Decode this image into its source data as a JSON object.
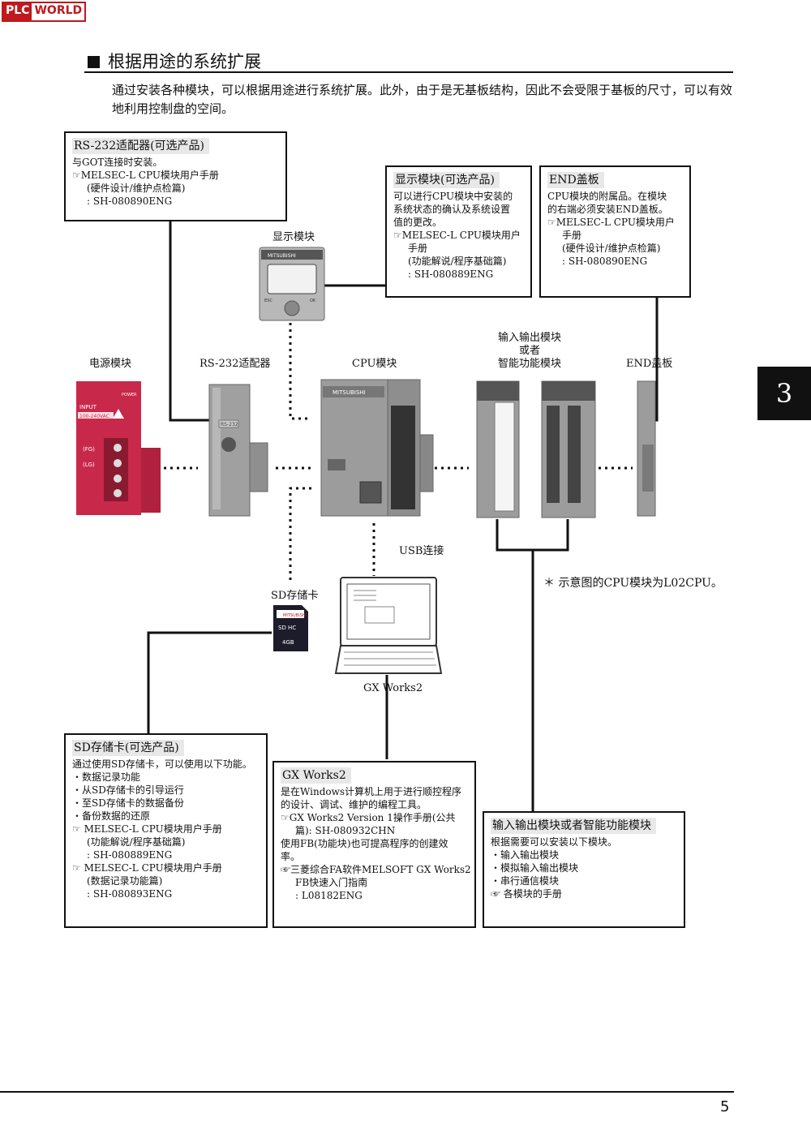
{
  "logo": {
    "part1": "PLC",
    "part2": "WORLD"
  },
  "heading": "根据用途的系统扩展",
  "intro": "通过安装各种模块，可以根据用途进行系统扩展。此外，由于是无基板结构，因此不会受限于基板的尺寸，可以有效地利用控制盘的空间。",
  "chapter_tab": "3",
  "page_number": "5",
  "note": "＊ 示意图的CPU模块为L02CPU。",
  "boxes": {
    "rs232": {
      "title": "RS-232适配器(可选产品)",
      "lines": [
        "与GOT连接时安装。",
        "☞MELSEC-L CPU模块用户手册",
        "(硬件设计/维护点检篇)",
        ": SH-080890ENG"
      ]
    },
    "display": {
      "title": "显示模块(可选产品)",
      "lines": [
        "可以进行CPU模块中安装的",
        "系统状态的确认及系统设置",
        "值的更改。",
        "☞MELSEC-L CPU模块用户",
        "手册",
        "(功能解说/程序基础篇)",
        ": SH-080889ENG"
      ]
    },
    "endcover": {
      "title": "END盖板",
      "lines": [
        "CPU模块的附属品。在模块",
        "的右端必须安装END盖板。",
        "☞MELSEC-L CPU模块用户",
        "手册",
        "(硬件设计/维护点检篇)",
        ": SH-080890ENG"
      ]
    },
    "sdcard": {
      "title": "SD存储卡(可选产品)",
      "lines": [
        "通过使用SD存储卡，可以使用以下功能。",
        "・数据记录功能",
        "・从SD存储卡的引导运行",
        "・至SD存储卡的数据备份",
        "・备份数据的还原",
        "☞ MELSEC-L CPU模块用户手册",
        "(功能解说/程序基础篇)",
        ": SH-080889ENG",
        "☞ MELSEC-L CPU模块用户手册",
        "(数据记录功能篇)",
        ": SH-080893ENG"
      ]
    },
    "gxworks": {
      "title": "GX Works2",
      "lines": [
        "是在Windows计算机上用于进行顺控程序",
        "的设计、调试、维护的编程工具。",
        "☞GX Works2 Version 1操作手册(公共",
        "篇): SH-080932CHN",
        "使用FB(功能块)也可提高程序的创建效",
        "率。",
        "☞三菱综合FA软件MELSOFT GX Works2",
        "FB快速入门指南",
        ": L08182ENG"
      ]
    },
    "io": {
      "title": "输入输出模块或者智能功能模块",
      "lines": [
        "根据需要可以安装以下模块。",
        "・输入输出模块",
        "・模拟输入输出模块",
        "・串行通信模块",
        "☞ 各模块的手册"
      ]
    }
  },
  "labels": {
    "display_module": "显示模块",
    "power_module": "电源模块",
    "rs232_adapter": "RS-232适配器",
    "cpu_module": "CPU模块",
    "io_module_1": "输入输出模块",
    "io_module_2": "或者",
    "io_module_3": "智能功能模块",
    "end_cover": "END盖板",
    "usb": "USB连接",
    "sd_card": "SD存储卡",
    "gx_works2": "GX Works2"
  },
  "device_text": {
    "brand": "MITSUBISHI",
    "power_input": "INPUT",
    "power_voltage": "100-240VAC",
    "power_label": "POWER",
    "fg": "(FG)",
    "lg": "(LG)",
    "rs232_tag": "RS-232",
    "sd_capacity": "4GB",
    "sd_type": "SD HC",
    "esc": "ESC",
    "ok": "OK"
  },
  "colors": {
    "power_module": "#c8284a",
    "module_gray": "#9c9c9c",
    "accent_red": "#c0181d"
  }
}
